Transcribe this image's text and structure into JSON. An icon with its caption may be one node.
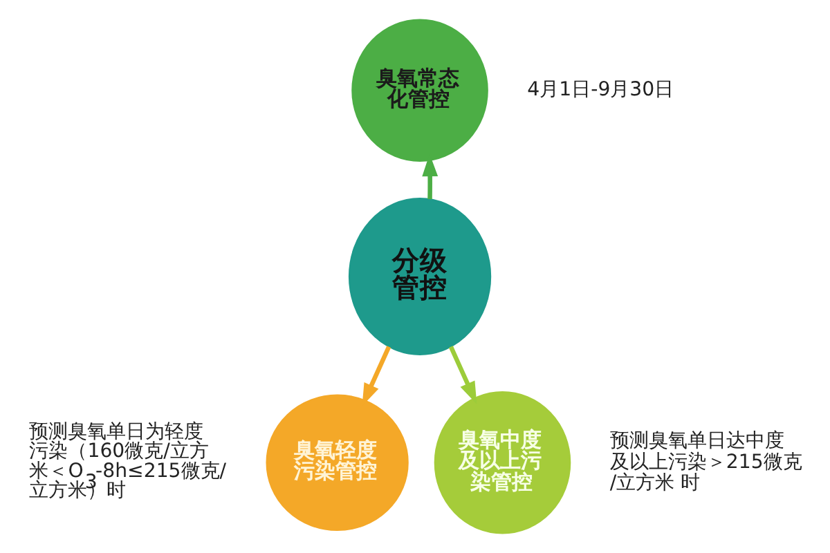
{
  "diagram": {
    "nodes": [
      {
        "text": [
          "臭氧常态化管控"
        ],
        "beside": [
          "4月1日-9月30日"
        ]
      },
      {
        "text": [
          "分级管控"
        ]
      },
      {
        "text": [
          "臭氧轻度污染管控"
        ],
        "beside": [
          "预测臭氧单日为轻度污染（160微克/立方米＜O$_{3}$-8h≤215微克/立方米）时"
        ]
      },
      {
        "text": [
          "臭氧中度及以上污染管控"
        ],
        "beside": [
          "预测臭氧单日达中度及以上污染＞215微克/立方米 时"
        ]
      }
    ],
    "edges": [
      {
        "from": 1,
        "to": 0,
        "arrow": "to",
        "color": "#4cae45"
      },
      {
        "from": 1,
        "to": 2,
        "arrow": "to",
        "color": "#f4a828"
      },
      {
        "from": 1,
        "to": 3,
        "arrow": "to",
        "color": "#9ccc3a"
      }
    ]
  }
}
